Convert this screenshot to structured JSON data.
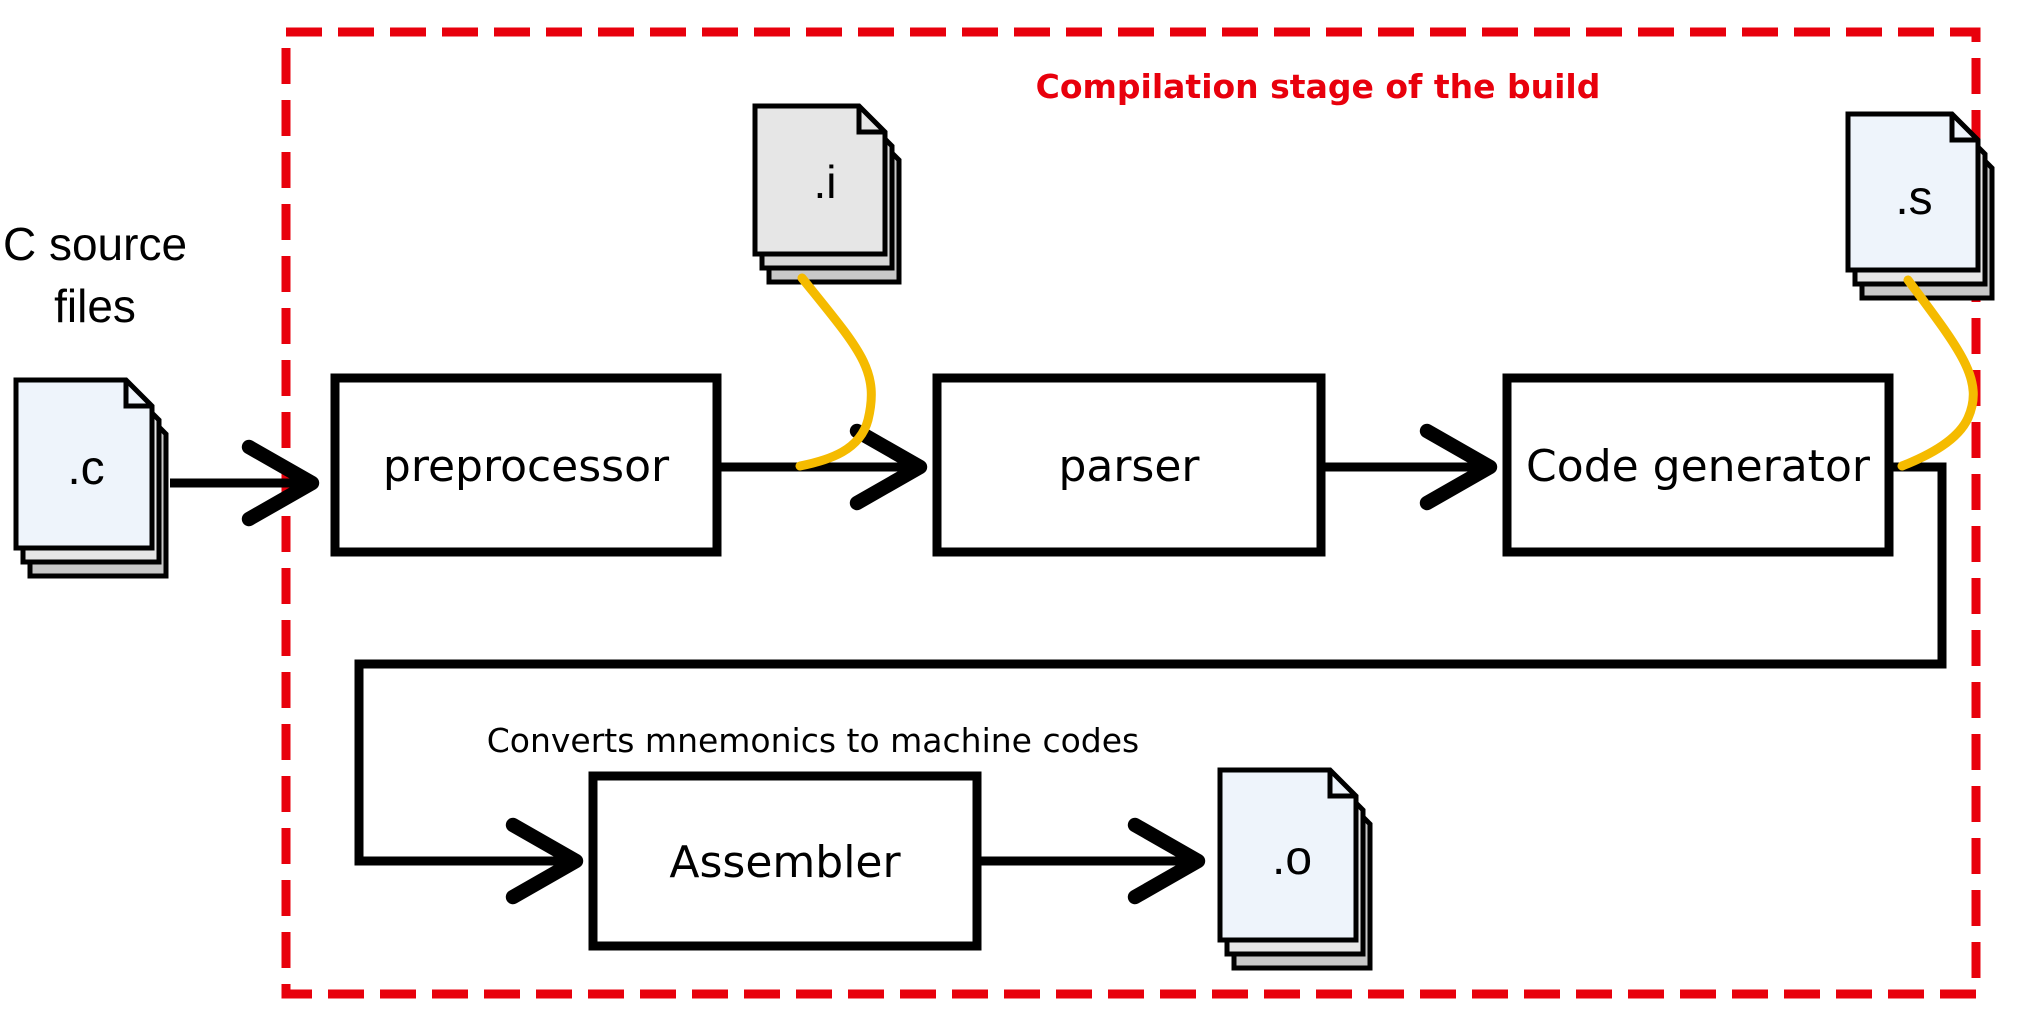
{
  "diagram": {
    "stage_title": "Compilation stage of the build",
    "source_label_line1": "C source",
    "source_label_line2": "files",
    "nodes": {
      "preprocessor": "preprocessor",
      "parser": "parser",
      "code_generator": "Code generator",
      "assembler": "Assembler"
    },
    "files": {
      "c": ".c",
      "i": ".i",
      "s": ".s",
      "o": ".o"
    },
    "assembler_note": "Converts mnemonics to machine codes"
  },
  "colors": {
    "stage_border": "#e8000c",
    "stage_title": "#e8000c",
    "arrow": "#000000",
    "tap_line": "#f5bb00",
    "file_fill_light": "#eef4fb",
    "file_fill_grey": "#e6e6e6",
    "file_shadow": "#c8c8c8"
  },
  "icons": {
    "file": "file-document-icon",
    "arrow": "arrow-right-icon"
  }
}
